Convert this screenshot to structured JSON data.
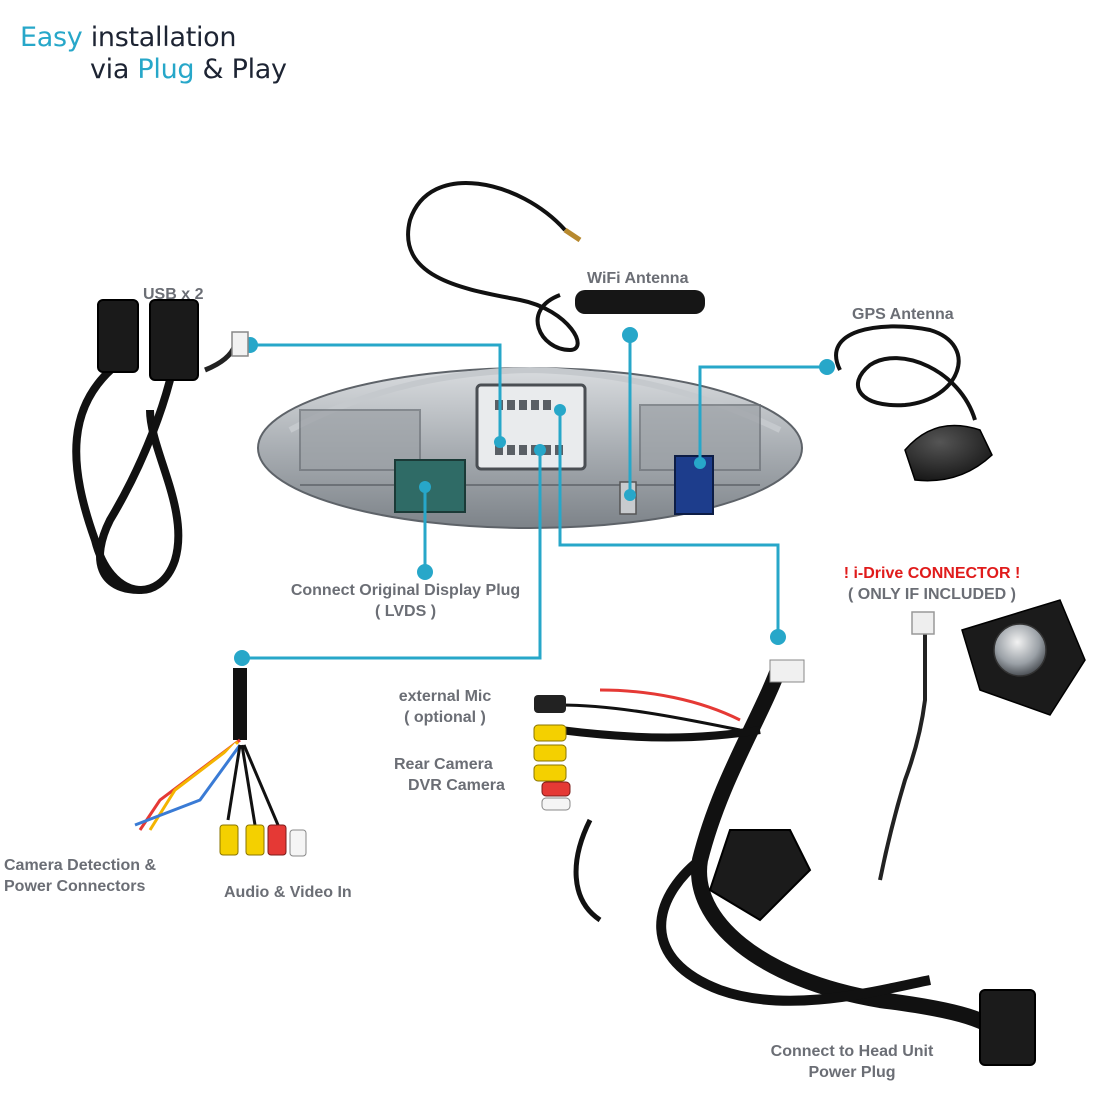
{
  "headline": {
    "line1_highlight": "Easy",
    "line1_rest": " installation",
    "line2_prefix": "via ",
    "line2_highlight": "Plug",
    "line2_suffix": " & Play"
  },
  "labels": {
    "usb": "USB x 2",
    "wifi": "WiFi Antenna",
    "gps": "GPS Antenna",
    "display_plug": "Connect Original Display Plug",
    "display_plug_sub": "( LVDS )",
    "idrive": "! i-Drive CONNECTOR !",
    "idrive_sub": "( ONLY IF INCLUDED )",
    "mic": "external Mic",
    "mic_sub": "( optional )",
    "rear_camera": "Rear Camera",
    "dvr_camera": "DVR Camera",
    "camera_detection": "Camera Detection &",
    "power_connectors": "Power Connectors",
    "audio_video": "Audio & Video In",
    "head_unit": "Connect to Head Unit",
    "power_plug": "Power Plug"
  },
  "colors": {
    "accent": "#27a7c9",
    "headline_dark": "#1d2433",
    "label_gray": "#6b6e75",
    "warning_red": "#e01b1b"
  }
}
